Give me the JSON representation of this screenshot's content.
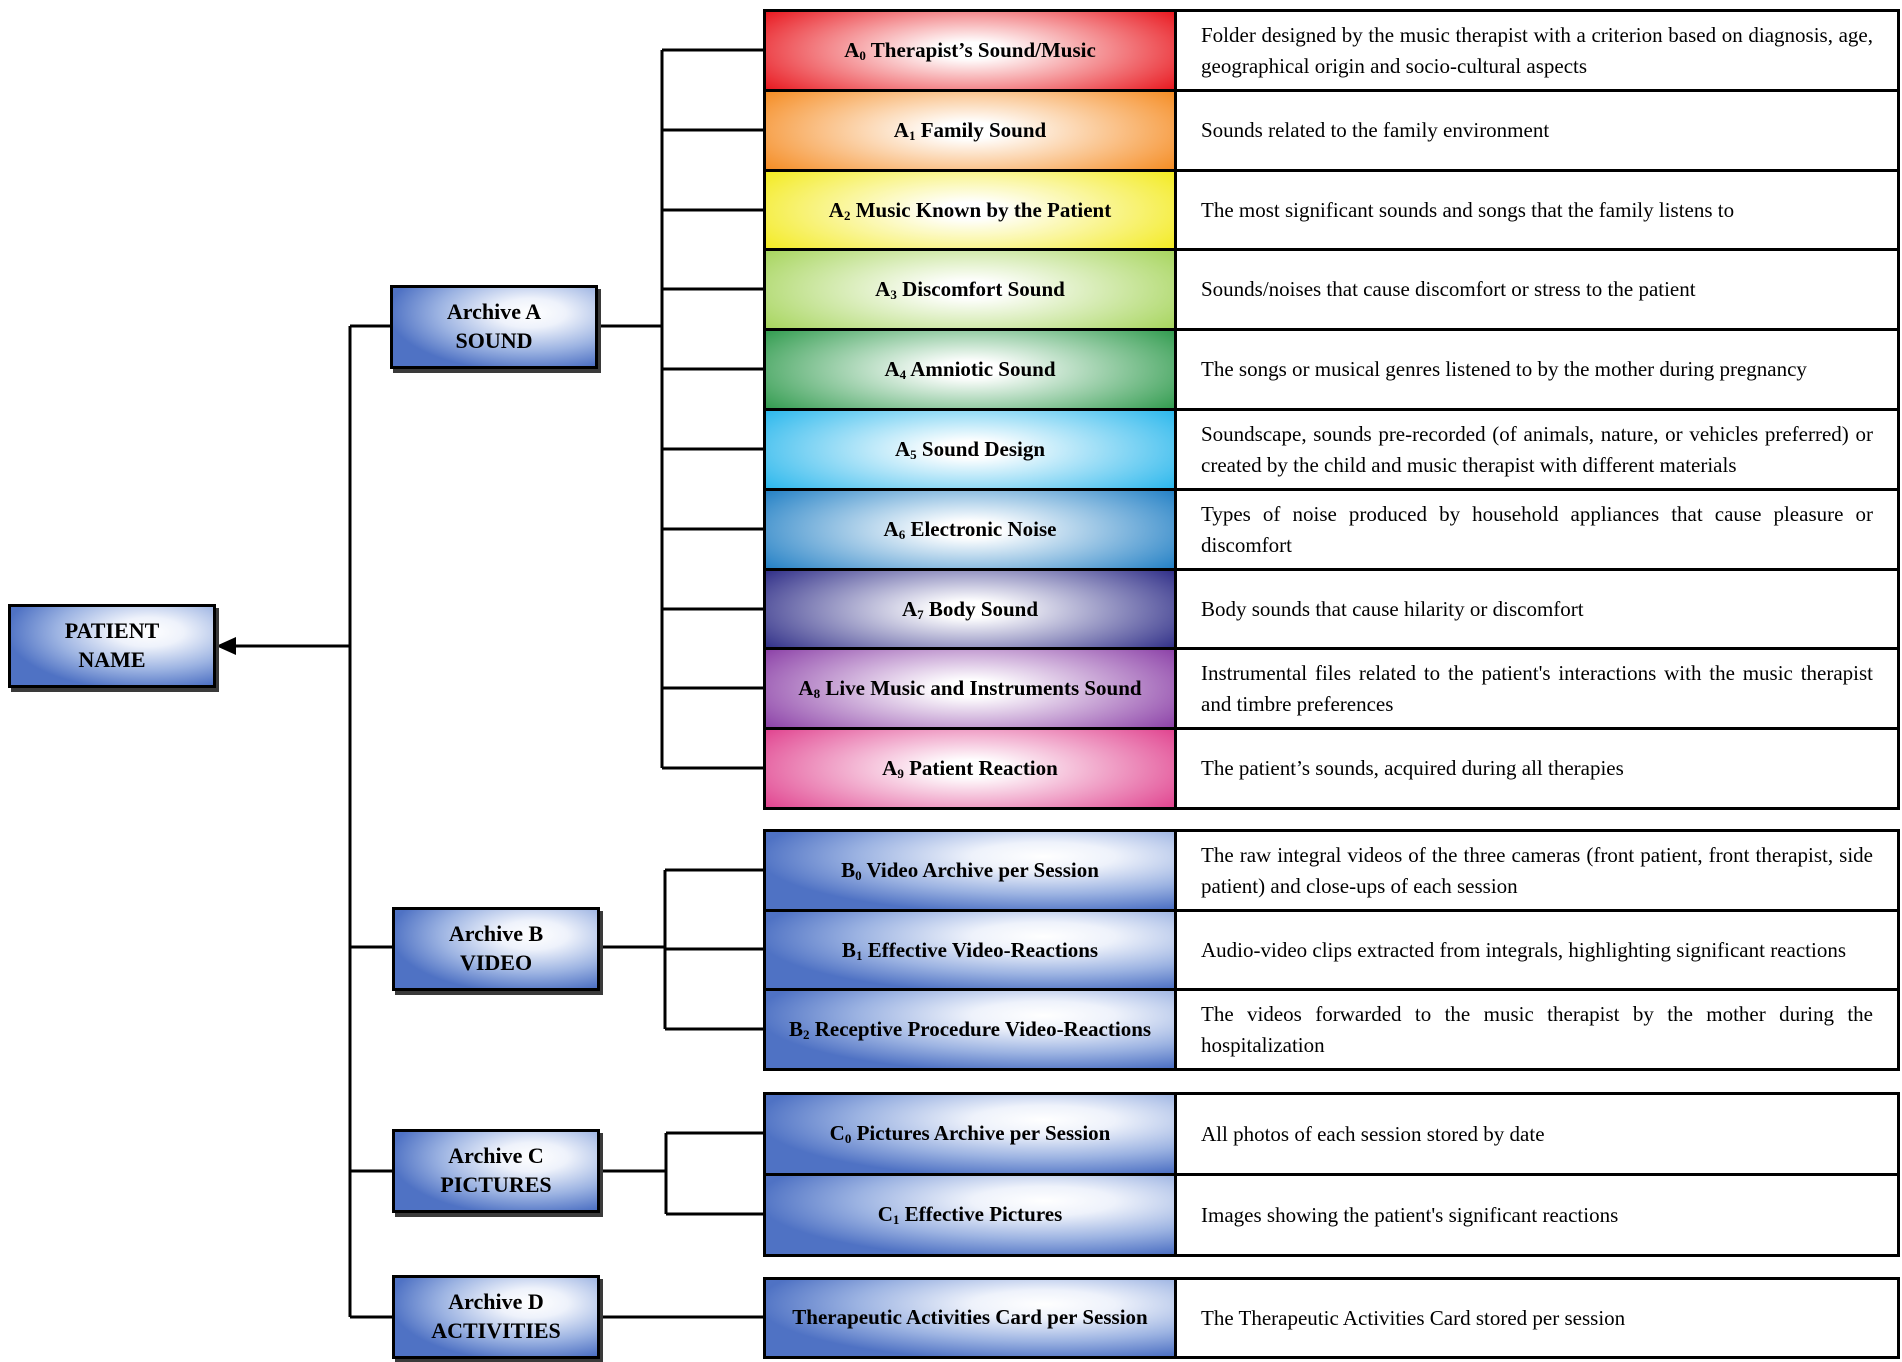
{
  "patient": {
    "line1": "PATIENT",
    "line2": "NAME"
  },
  "archives": [
    {
      "name": "Archive A",
      "type": "SOUND"
    },
    {
      "name": "Archive B",
      "type": "VIDEO"
    },
    {
      "name": "Archive C",
      "type": "PICTURES"
    },
    {
      "name": "Archive D",
      "type": "ACTIVITIES"
    }
  ],
  "sound": [
    {
      "code": "A",
      "sub": "0",
      "title": "Therapist’s Sound/Music",
      "desc": "Folder designed by the music therapist with a criterion based on diagnosis, age, geographical origin and socio-cultural aspects",
      "color": "#e8141b"
    },
    {
      "code": "A",
      "sub": "1",
      "title": "Family Sound",
      "desc": "Sounds related to the family environment",
      "color": "#f58a1f"
    },
    {
      "code": "A",
      "sub": "2",
      "title": "Music Known by the Patient",
      "desc": "The most significant sounds and songs that the family listens to",
      "color": "#f3ea1c"
    },
    {
      "code": "A",
      "sub": "3",
      "title": "Discomfort Sound",
      "desc": "Sounds/noises that cause discomfort or stress to the patient",
      "color": "#a5d45a"
    },
    {
      "code": "A",
      "sub": "4",
      "title": "Amniotic Sound",
      "desc": "The songs or musical genres listened to by the mother during pregnancy",
      "color": "#2e9a4c"
    },
    {
      "code": "A",
      "sub": "5",
      "title": "Sound Design",
      "desc": "Soundscape, sounds pre-recorded (of animals, nature, or vehicles preferred) or created by the child and music therapist with different materials",
      "color": "#27b6ec"
    },
    {
      "code": "A",
      "sub": "6",
      "title": "Electronic Noise",
      "desc": "Types of noise produced by household appliances that cause pleasure or discomfort",
      "color": "#1f7ec4"
    },
    {
      "code": "A",
      "sub": "7",
      "title": "Body Sound",
      "desc": "Body sounds that cause hilarity or discomfort",
      "color": "#2c2b86"
    },
    {
      "code": "A",
      "sub": "8",
      "title": "Live Music and Instruments Sound",
      "desc": "Instrumental files related to the patient's interactions with the music therapist and timbre preferences",
      "color": "#8a3ea6"
    },
    {
      "code": "A",
      "sub": "9",
      "title": "Patient Reaction",
      "desc": "The patient’s sounds, acquired during all therapies",
      "color": "#e0408d"
    }
  ],
  "video": [
    {
      "code": "B",
      "sub": "0",
      "title": "Video Archive per Session",
      "desc": "The raw integral videos of the three cameras (front patient, front therapist, side patient) and close-ups of each session"
    },
    {
      "code": "B",
      "sub": "1",
      "title": "Effective Video-Reactions",
      "desc": "Audio-video clips extracted from integrals, highlighting significant reactions"
    },
    {
      "code": "B",
      "sub": "2",
      "title": "Receptive Procedure Video-Reactions",
      "desc": "The videos forwarded to the music therapist by the mother during the hospitalization"
    }
  ],
  "pictures": [
    {
      "code": "C",
      "sub": "0",
      "title": "Pictures Archive per Session",
      "desc": "All photos of each session stored by date"
    },
    {
      "code": "C",
      "sub": "1",
      "title": "Effective Pictures",
      "desc": "Images showing the patient's significant reactions"
    }
  ],
  "activities": [
    {
      "title": "Therapeutic Activities Card per Session",
      "desc": "The Therapeutic Activities Card stored per session"
    }
  ]
}
